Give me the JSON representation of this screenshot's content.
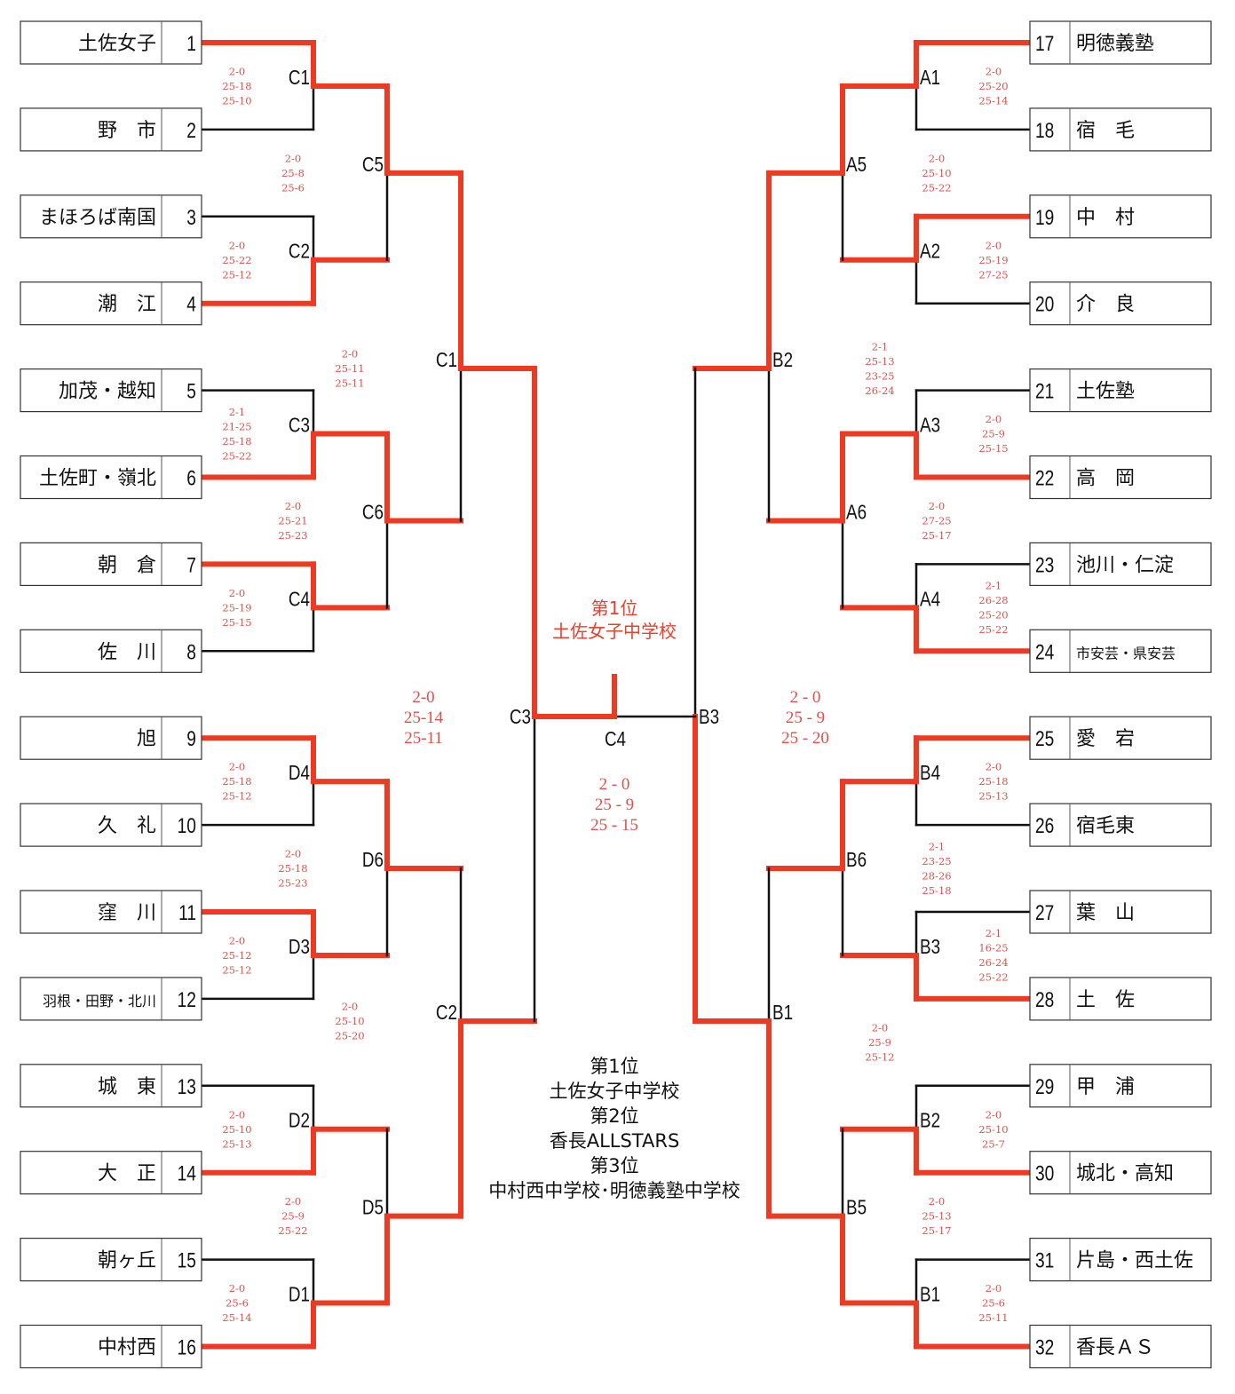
{
  "colors": {
    "winner_line": "#ee3a22",
    "line": "#111111",
    "score_text": "#e0504a"
  },
  "left_teams": [
    {
      "num": "1",
      "name": "土佐女子"
    },
    {
      "num": "2",
      "name": "野　市"
    },
    {
      "num": "3",
      "name": "まほろば南国"
    },
    {
      "num": "4",
      "name": "潮　江"
    },
    {
      "num": "5",
      "name": "加茂・越知"
    },
    {
      "num": "6",
      "name": "土佐町・嶺北"
    },
    {
      "num": "7",
      "name": "朝　倉"
    },
    {
      "num": "8",
      "name": "佐　川"
    },
    {
      "num": "9",
      "name": "旭"
    },
    {
      "num": "10",
      "name": "久　礼"
    },
    {
      "num": "11",
      "name": "窪　川"
    },
    {
      "num": "12",
      "name": "羽根・田野・北川"
    },
    {
      "num": "13",
      "name": "城　東"
    },
    {
      "num": "14",
      "name": "大　正"
    },
    {
      "num": "15",
      "name": "朝ヶ丘"
    },
    {
      "num": "16",
      "name": "中村西"
    }
  ],
  "right_teams": [
    {
      "num": "17",
      "name": "明徳義塾"
    },
    {
      "num": "18",
      "name": "宿　毛"
    },
    {
      "num": "19",
      "name": "中　村"
    },
    {
      "num": "20",
      "name": "介　良"
    },
    {
      "num": "21",
      "name": "土佐塾"
    },
    {
      "num": "22",
      "name": "高　岡"
    },
    {
      "num": "23",
      "name": "池川・仁淀"
    },
    {
      "num": "24",
      "name": "市安芸・県安芸"
    },
    {
      "num": "25",
      "name": "愛　宕"
    },
    {
      "num": "26",
      "name": "宿毛東"
    },
    {
      "num": "27",
      "name": "葉　山"
    },
    {
      "num": "28",
      "name": "土　佐"
    },
    {
      "num": "29",
      "name": "甲　浦"
    },
    {
      "num": "30",
      "name": "城北・高知"
    },
    {
      "num": "31",
      "name": "片島・西土佐"
    },
    {
      "num": "32",
      "name": "香長ＡＳ"
    }
  ],
  "left_rounds": [
    [
      {
        "label": "C1",
        "winner": "top",
        "scores": [
          "2-0",
          "25-18",
          "25-10"
        ]
      },
      {
        "label": "C2",
        "winner": "bottom",
        "scores": [
          "2-0",
          "25-22",
          "25-12"
        ]
      },
      {
        "label": "C3",
        "winner": "bottom",
        "scores": [
          "2-1",
          "21-25",
          "25-18",
          "25-22"
        ]
      },
      {
        "label": "C4",
        "winner": "top",
        "scores": [
          "2-0",
          "25-19",
          "25-15"
        ]
      },
      {
        "label": "D4",
        "winner": "top",
        "scores": [
          "2-0",
          "25-18",
          "25-12"
        ]
      },
      {
        "label": "D3",
        "winner": "top",
        "scores": [
          "2-0",
          "25-12",
          "25-12"
        ]
      },
      {
        "label": "D2",
        "winner": "bottom",
        "scores": [
          "2-0",
          "25-10",
          "25-13"
        ]
      },
      {
        "label": "D1",
        "winner": "bottom",
        "scores": [
          "2-0",
          "25-6",
          "25-14"
        ]
      }
    ],
    [
      {
        "label": "C5",
        "winner": "top",
        "scores": [
          "2-0",
          "25-8",
          "25-6"
        ]
      },
      {
        "label": "C6",
        "winner": "top",
        "scores": [
          "2-0",
          "25-21",
          "25-23"
        ]
      },
      {
        "label": "D6",
        "winner": "top",
        "scores": [
          "2-0",
          "25-18",
          "25-23"
        ]
      },
      {
        "label": "D5",
        "winner": "bottom",
        "scores": [
          "2-0",
          "25-9",
          "25-22"
        ]
      }
    ],
    [
      {
        "label": "C1",
        "winner": "top",
        "scores": [
          "2-0",
          "25-11",
          "25-11"
        ]
      },
      {
        "label": "C2",
        "winner": "bottom",
        "scores": [
          "2-0",
          "25-10",
          "25-20"
        ]
      }
    ],
    [
      {
        "label": "C3",
        "winner": "top",
        "scores": [
          "2-0",
          "25-14",
          "25-11"
        ]
      }
    ]
  ],
  "right_rounds": [
    [
      {
        "label": "A1",
        "winner": "top",
        "scores": [
          "2-0",
          "25-20",
          "25-14"
        ]
      },
      {
        "label": "A2",
        "winner": "top",
        "scores": [
          "2-0",
          "25-19",
          "27-25"
        ]
      },
      {
        "label": "A3",
        "winner": "bottom",
        "scores": [
          "2-0",
          "25-9",
          "25-15"
        ]
      },
      {
        "label": "A4",
        "winner": "bottom",
        "scores": [
          "2-1",
          "26-28",
          "25-20",
          "25-22"
        ]
      },
      {
        "label": "B4",
        "winner": "top",
        "scores": [
          "2-0",
          "25-18",
          "25-13"
        ]
      },
      {
        "label": "B3",
        "winner": "bottom",
        "scores": [
          "2-1",
          "16-25",
          "26-24",
          "25-22"
        ]
      },
      {
        "label": "B2",
        "winner": "bottom",
        "scores": [
          "2-0",
          "25-10",
          "25-7"
        ]
      },
      {
        "label": "B1",
        "winner": "bottom",
        "scores": [
          "2-0",
          "25-6",
          "25-11"
        ]
      }
    ],
    [
      {
        "label": "A5",
        "winner": "top",
        "scores": [
          "2-0",
          "25-10",
          "25-22"
        ]
      },
      {
        "label": "A6",
        "winner": "top",
        "scores": [
          "2-0",
          "27-25",
          "25-17"
        ]
      },
      {
        "label": "B6",
        "winner": "top",
        "scores": [
          "2-1",
          "23-25",
          "28-26",
          "25-18"
        ]
      },
      {
        "label": "B5",
        "winner": "bottom",
        "scores": [
          "2-0",
          "25-13",
          "25-17"
        ]
      }
    ],
    [
      {
        "label": "B2",
        "winner": "top",
        "scores": [
          "2-1",
          "25-13",
          "23-25",
          "26-24"
        ]
      },
      {
        "label": "B1",
        "winner": "bottom",
        "scores": [
          "2-0",
          "25-9",
          "25-12"
        ]
      }
    ],
    [
      {
        "label": "B3",
        "winner": "bottom",
        "scores": [
          "2 - 0",
          "25 - 9",
          "25 - 20"
        ]
      }
    ]
  ],
  "final": {
    "label": "C4",
    "winner": "left",
    "scores": [
      "2 - 0",
      "25 - 9",
      "25 - 15"
    ]
  },
  "champion_banner": {
    "place": "第1位",
    "team": "土佐女子中学校"
  },
  "results": [
    {
      "place": "第1位",
      "team": "土佐女子中学校"
    },
    {
      "place": "第2位",
      "team": "香長ALLSTARS"
    },
    {
      "place": "第3位",
      "team": "中村西中学校･明徳義塾中学校"
    }
  ]
}
